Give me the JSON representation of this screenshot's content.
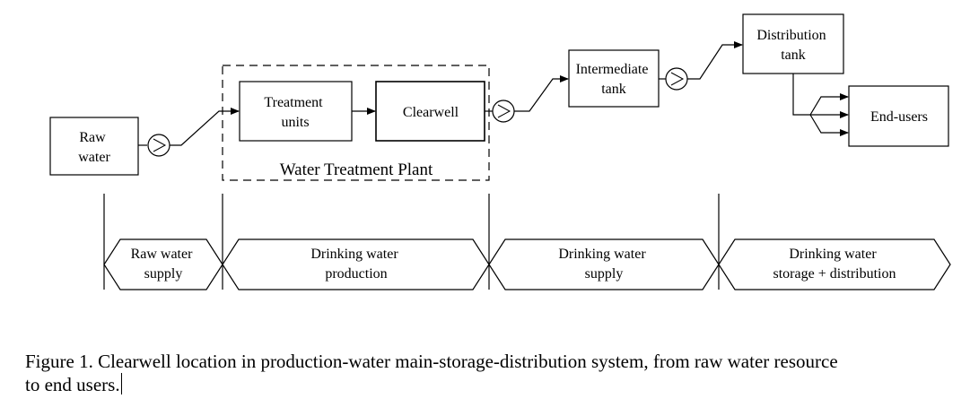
{
  "nodes": {
    "raw_water": [
      "Raw",
      "water"
    ],
    "treatment_units": [
      "Treatment",
      "units"
    ],
    "clearwell": [
      "Clearwell"
    ],
    "intermediate_tank": [
      "Intermediate",
      "tank"
    ],
    "distribution_tank": [
      "Distribution",
      "tank"
    ],
    "end_users": [
      "End-users"
    ]
  },
  "plant_label": "Water Treatment Plant",
  "stages": [
    [
      "Raw water",
      "supply"
    ],
    [
      "Drinking water",
      "production"
    ],
    [
      "Drinking water",
      "supply"
    ],
    [
      "Drinking water",
      "storage + distribution"
    ]
  ],
  "caption": {
    "line1": "Figure 1. Clearwell location in production-water main-storage-distribution system, from raw water resource",
    "line2": "to end users."
  }
}
